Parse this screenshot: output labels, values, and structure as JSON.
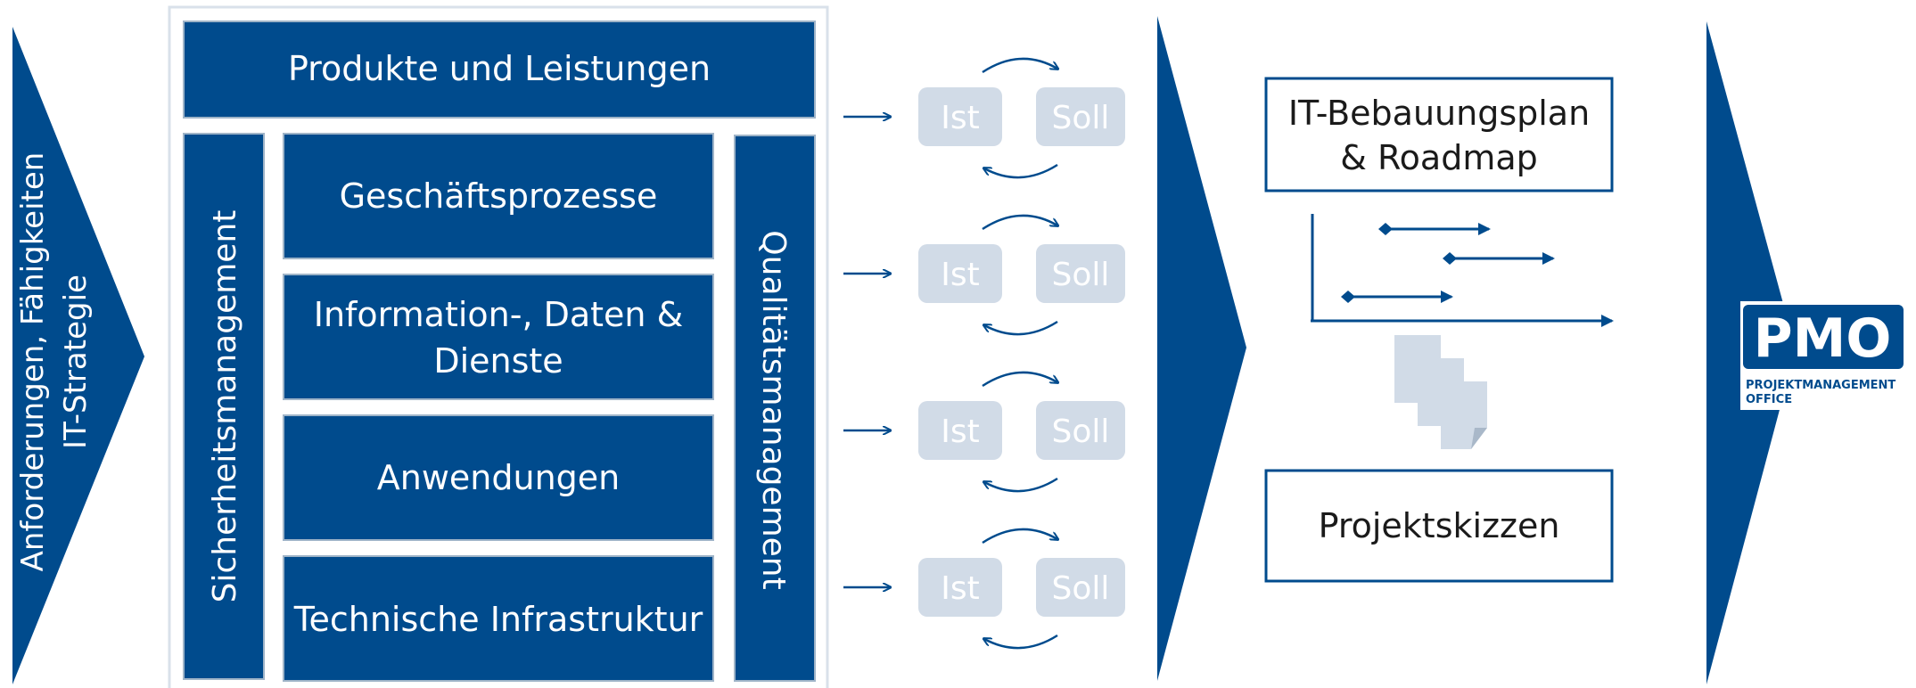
{
  "colors": {
    "primary": "#004b8d",
    "light_box": "#d1dbe7",
    "frame": "#d9e1ea",
    "text_on_dark": "#ffffff",
    "text_dark": "#1a1a1a"
  },
  "left_arrow": {
    "line1": "Anforderungen, Fähigkeiten",
    "line2": "IT-Strategie"
  },
  "architecture": {
    "top": "Produkte und Leistungen",
    "left_vertical": "Sicherheitsmanagement",
    "right_vertical": "Qualitätsmanagement",
    "layers": [
      {
        "line1": "Geschäftsprozesse",
        "line2": ""
      },
      {
        "line1": "Information-, Daten &",
        "line2": "Dienste"
      },
      {
        "line1": "Anwendungen",
        "line2": ""
      },
      {
        "line1": "Technische Infrastruktur",
        "line2": ""
      }
    ]
  },
  "comparison": {
    "ist_label": "Ist",
    "soll_label": "Soll",
    "rows": 4
  },
  "outputs": {
    "plan_line1": "IT-Bebauungsplan",
    "plan_line2": "& Roadmap",
    "sketches": "Projektskizzen"
  },
  "logo": {
    "mark": "PMO",
    "caption_line1": "PROJEKTMANAGEMENT",
    "caption_line2": "OFFICE"
  }
}
